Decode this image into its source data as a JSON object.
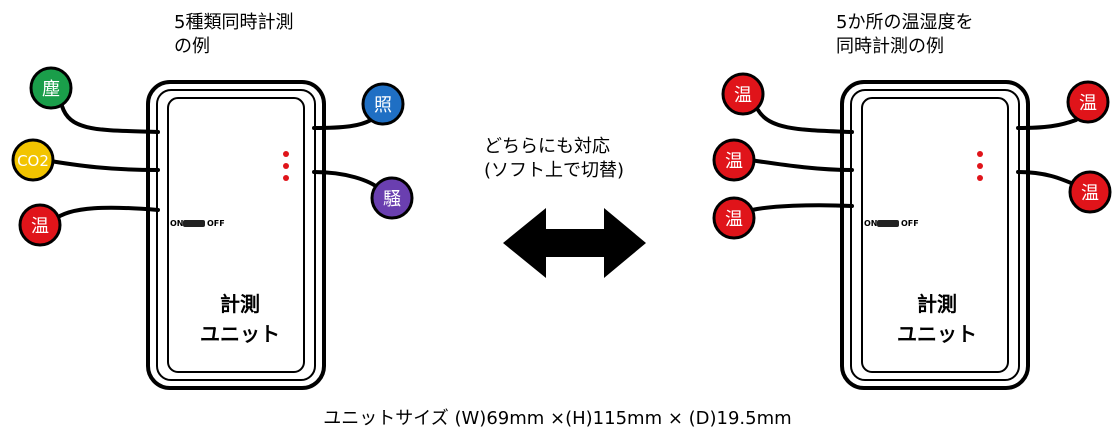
{
  "left_caption": [
    "5種類同時計測",
    "の例"
  ],
  "right_caption": [
    "5か所の温湿度を",
    "同時計測の例"
  ],
  "center_caption": [
    "どちらにも対応",
    "(ソフト上で切替)"
  ],
  "switch_on": "ON",
  "switch_off": "OFF",
  "unit_label": [
    "計測",
    "ユニット"
  ],
  "left_sensors": [
    {
      "label": "塵",
      "color": "#1a9e4a"
    },
    {
      "label": "CO2",
      "color": "#f2c400"
    },
    {
      "label": "温",
      "color": "#e0141a"
    },
    {
      "label": "照",
      "color": "#1f6fc4"
    },
    {
      "label": "騒",
      "color": "#6a3fb0"
    }
  ],
  "right_sensors": [
    {
      "label": "温",
      "color": "#e0141a"
    },
    {
      "label": "温",
      "color": "#e0141a"
    },
    {
      "label": "温",
      "color": "#e0141a"
    },
    {
      "label": "温",
      "color": "#e0141a"
    },
    {
      "label": "温",
      "color": "#e0141a"
    }
  ],
  "footer": "ユニットサイズ (W)69mm ×(H)115mm × (D)19.5mm"
}
